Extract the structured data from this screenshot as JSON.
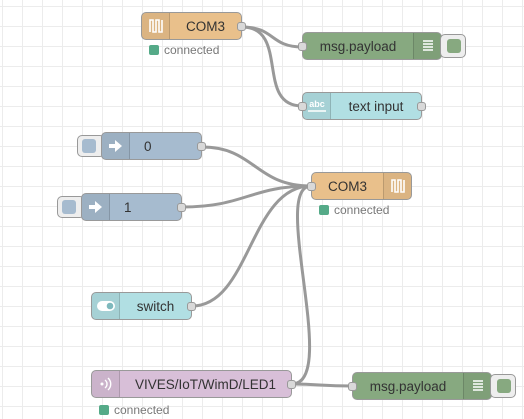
{
  "colors": {
    "serial": "#e9c08b",
    "debug": "#87a980",
    "dashboard": "#b1dfe3",
    "inject": "#a6bbcf",
    "mqtt": "#d8bfd8",
    "status_connected": "#55aa88",
    "wire": "#999999"
  },
  "nodes": {
    "serial_in": {
      "label": "COM3",
      "icon": "serial-icon",
      "status": "connected"
    },
    "debug_top": {
      "label": "msg.payload",
      "icon": "debug-list-icon"
    },
    "text_input": {
      "label": "text input",
      "icon": "abc-text-icon"
    },
    "inject_0": {
      "label": "0",
      "icon": "arrow-in-icon"
    },
    "inject_1": {
      "label": "1",
      "icon": "arrow-in-icon"
    },
    "serial_out": {
      "label": "COM3",
      "icon": "serial-icon",
      "status": "connected"
    },
    "switch": {
      "label": "switch",
      "icon": "toggle-icon"
    },
    "mqtt_in": {
      "label": "VIVES/IoT/WimD/LED1",
      "icon": "radio-waves-icon",
      "status": "connected"
    },
    "debug_bottom": {
      "label": "msg.payload",
      "icon": "debug-list-icon"
    }
  }
}
